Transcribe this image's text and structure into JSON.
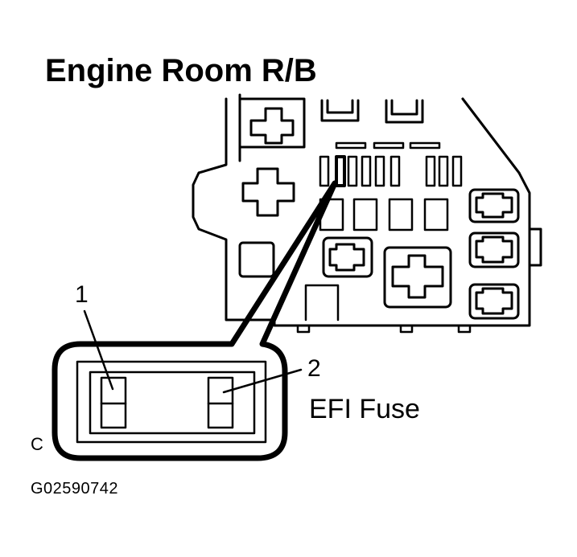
{
  "diagram": {
    "title": "Engine Room R/B",
    "callouts": {
      "one": "1",
      "two": "2"
    },
    "fuse_label": "EFI Fuse",
    "view_letter": "C",
    "figure_id": "G02590742"
  }
}
